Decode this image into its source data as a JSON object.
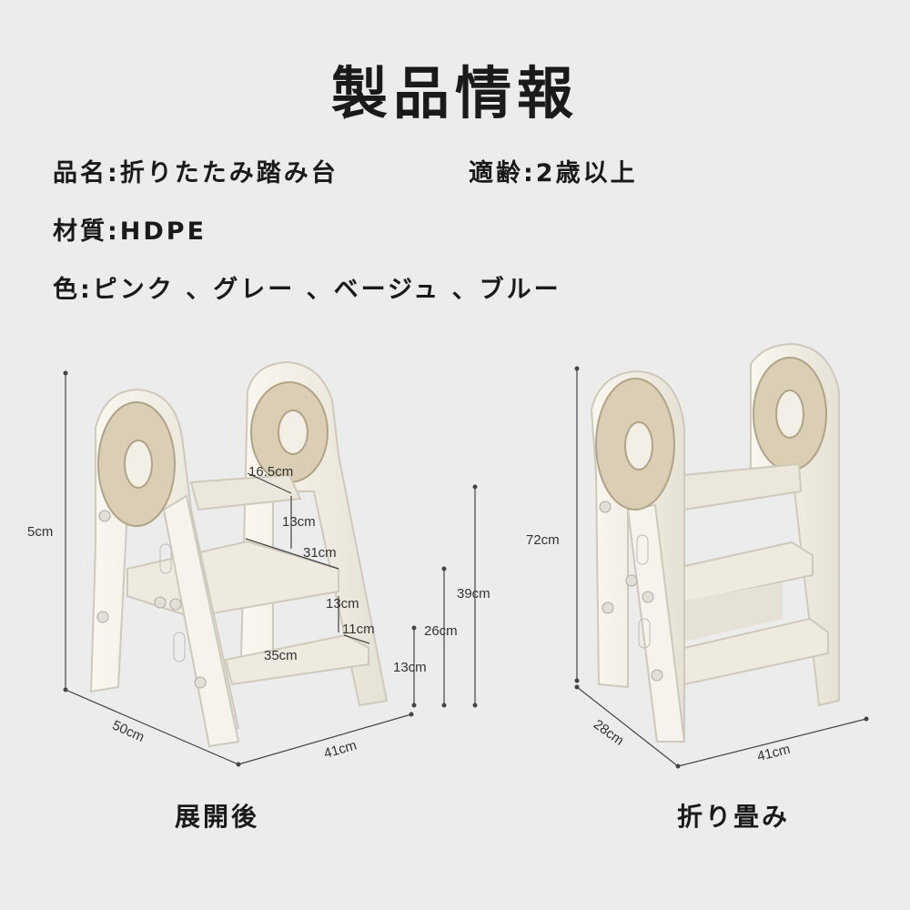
{
  "title": "製品情報",
  "info": {
    "name": "品名:折りたたみ踏み台",
    "age": "適齢:2歳以上",
    "material": "材質:HDPE",
    "colors": "色:ピンク 、グレー 、ベージュ 、ブルー"
  },
  "expanded": {
    "caption": "展開後",
    "dims": {
      "height": "5cm",
      "depth": "50cm",
      "width": "41cm",
      "step_depth_top": "16.5cm",
      "gap_top": "13cm",
      "step_depth_mid": "31cm",
      "gap_mid": "13cm",
      "step_depth_low": "11cm",
      "step_width": "35cm",
      "h_low": "13cm",
      "h_mid": "26cm",
      "h_top": "39cm"
    }
  },
  "folded": {
    "caption": "折り畳み",
    "dims": {
      "height": "72cm",
      "depth": "28cm",
      "width": "41cm"
    }
  },
  "colors": {
    "body": "#f3efe6",
    "edge": "#c9c3b6",
    "ring": "#d8ccb0",
    "ring_edge": "#a89b7c",
    "shadow": "#e2ddd2"
  }
}
